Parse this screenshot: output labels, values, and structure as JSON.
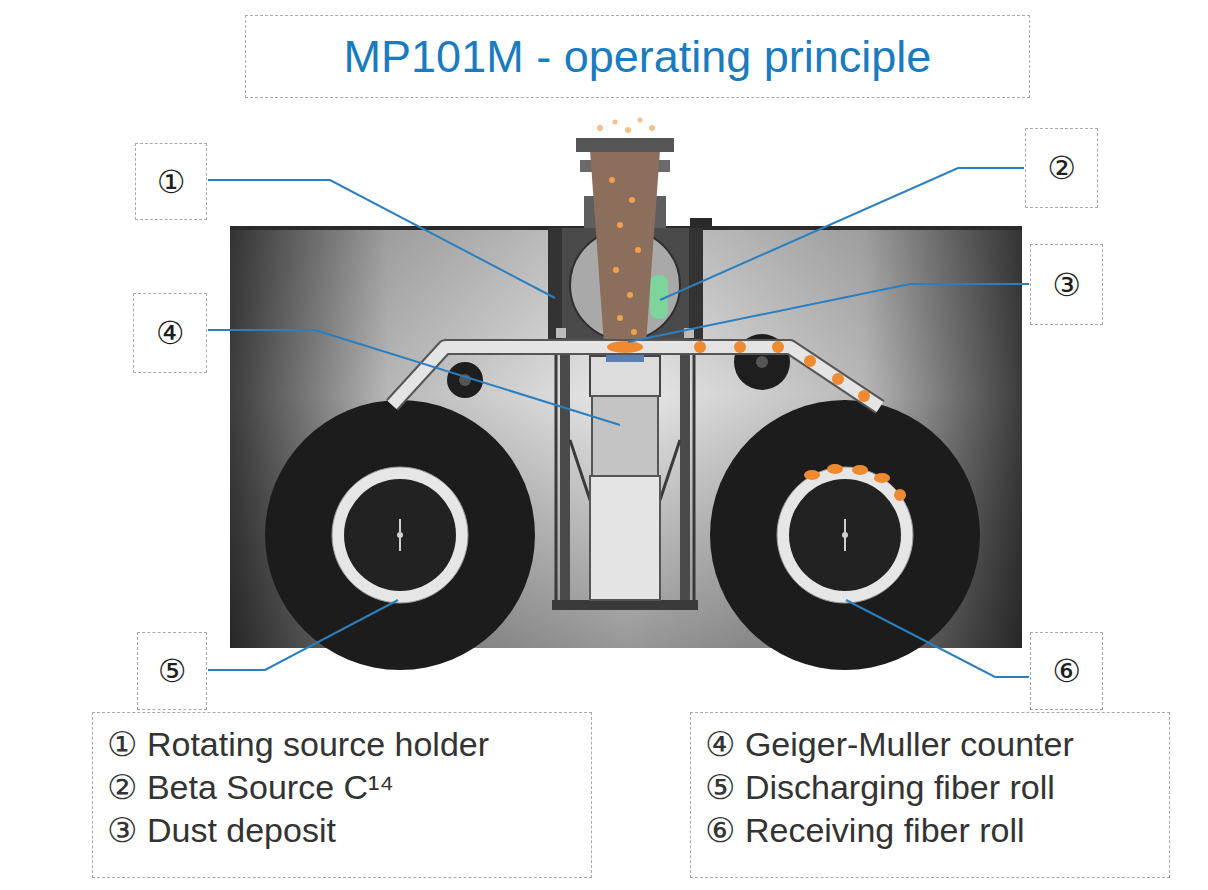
{
  "diagram": {
    "title": "MP101M - operating principle",
    "nodes": [
      {
        "text": [
          "①"
        ]
      },
      {
        "text": [
          "②"
        ]
      },
      {
        "text": [
          "③"
        ]
      },
      {
        "text": [
          "④"
        ]
      },
      {
        "text": [
          "⑤"
        ]
      },
      {
        "text": [
          "⑥"
        ]
      },
      {
        "text": [
          "① Rotating source holder",
          "② Beta Source C¹⁴",
          "③ Dust deposit"
        ]
      },
      {
        "text": [
          "④ Geiger-Muller counter",
          "⑤ Discharging fiber roll",
          "⑥ Receiving fiber roll"
        ]
      }
    ]
  }
}
